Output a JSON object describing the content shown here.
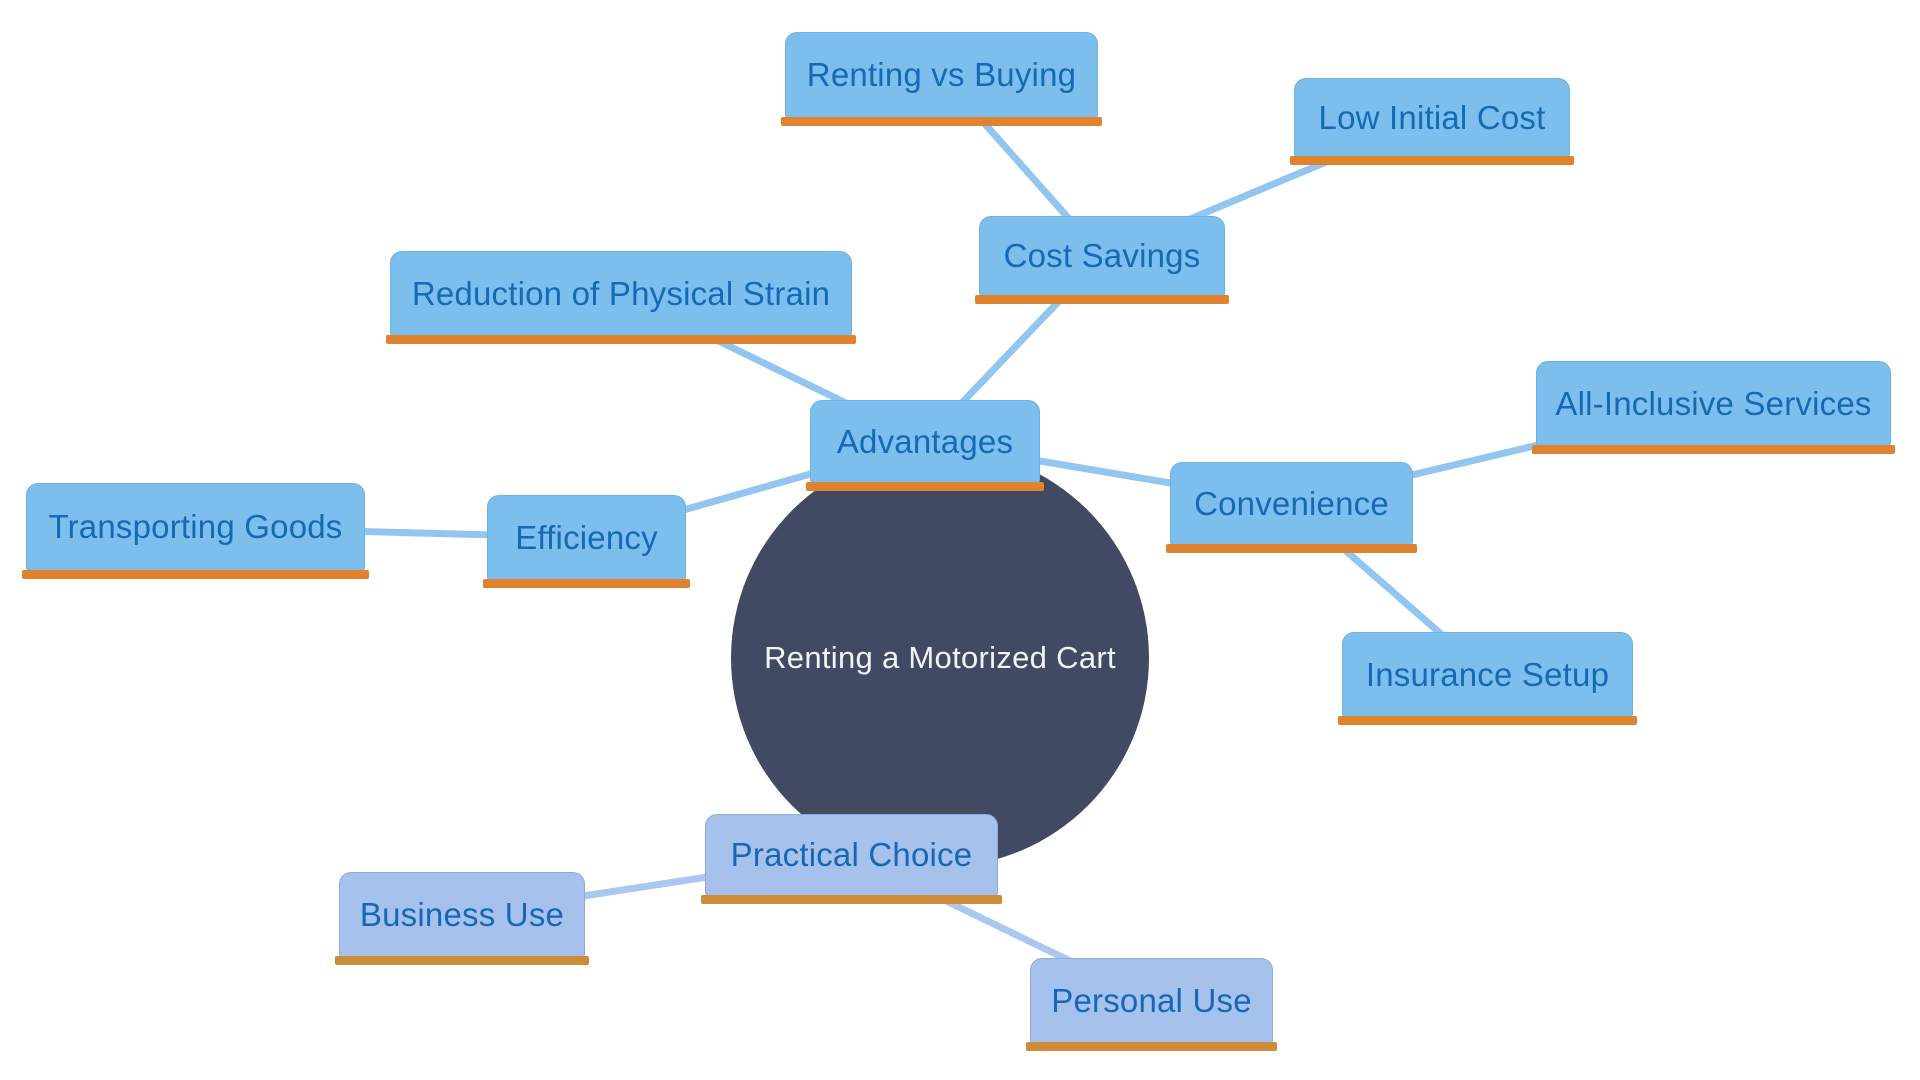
{
  "diagram": {
    "type": "mindmap",
    "root": {
      "id": "root",
      "label": "Renting a Motorized Cart"
    },
    "nodes": [
      {
        "id": "renting_vs_buying",
        "label": "Renting vs Buying",
        "section": "blue"
      },
      {
        "id": "low_initial_cost",
        "label": "Low Initial Cost",
        "section": "blue"
      },
      {
        "id": "cost_savings",
        "label": "Cost Savings",
        "section": "blue"
      },
      {
        "id": "reduction_physical_strain",
        "label": "Reduction of Physical Strain",
        "section": "blue"
      },
      {
        "id": "advantages",
        "label": "Advantages",
        "section": "blue"
      },
      {
        "id": "convenience",
        "label": "Convenience",
        "section": "blue"
      },
      {
        "id": "all_inclusive_services",
        "label": "All-Inclusive Services",
        "section": "blue"
      },
      {
        "id": "insurance_setup",
        "label": "Insurance Setup",
        "section": "blue"
      },
      {
        "id": "efficiency",
        "label": "Efficiency",
        "section": "blue"
      },
      {
        "id": "transporting_goods",
        "label": "Transporting Goods",
        "section": "blue"
      },
      {
        "id": "practical_choice",
        "label": "Practical Choice",
        "section": "periwinkle"
      },
      {
        "id": "business_use",
        "label": "Business Use",
        "section": "periwinkle"
      },
      {
        "id": "personal_use",
        "label": "Personal Use",
        "section": "periwinkle"
      }
    ],
    "edges": [
      {
        "from": "renting_vs_buying",
        "to": "cost_savings",
        "section": "blue"
      },
      {
        "from": "low_initial_cost",
        "to": "cost_savings",
        "section": "blue"
      },
      {
        "from": "cost_savings",
        "to": "advantages",
        "section": "blue"
      },
      {
        "from": "reduction_physical_strain",
        "to": "advantages",
        "section": "blue"
      },
      {
        "from": "advantages",
        "to": "efficiency",
        "section": "blue"
      },
      {
        "from": "efficiency",
        "to": "transporting_goods",
        "section": "blue"
      },
      {
        "from": "advantages",
        "to": "convenience",
        "section": "blue"
      },
      {
        "from": "convenience",
        "to": "all_inclusive_services",
        "section": "blue"
      },
      {
        "from": "convenience",
        "to": "insurance_setup",
        "section": "blue"
      },
      {
        "from": "practical_choice",
        "to": "business_use",
        "section": "periwinkle"
      },
      {
        "from": "practical_choice",
        "to": "personal_use",
        "section": "periwinkle"
      }
    ],
    "palette": {
      "background": "#FFFFFF",
      "blue": {
        "fill": "#7CBFED",
        "border": "#6CB2E4",
        "underline": "#E0822E",
        "text": "#1669B4",
        "line": "#92C5F0"
      },
      "periwinkle": {
        "fill": "#A6C1EC",
        "border": "#8FA9DC",
        "underline": "#CE8C3B",
        "text": "#1767B8",
        "line": "#AAC7F0"
      },
      "center": {
        "fill": "#424A63",
        "text": "#F2F3F7"
      }
    }
  }
}
